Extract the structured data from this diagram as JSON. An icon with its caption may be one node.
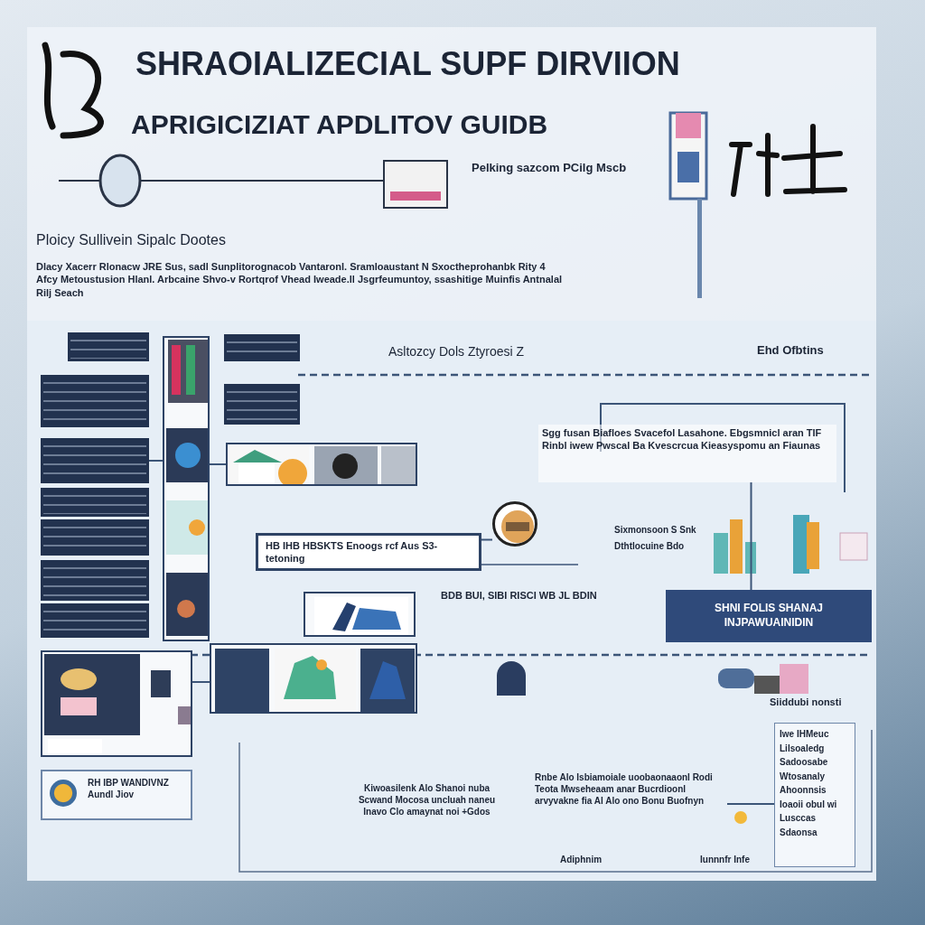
{
  "diagram": {
    "title": "SHRAOIALIZECIAL SUPF DIRVIION",
    "nodes": [
      {
        "text": [],
        "shape": "box"
      },
      {
        "text": [],
        "shape": "box"
      },
      {
        "text": [],
        "shape": "box"
      },
      {
        "text": [],
        "shape": "box"
      },
      {
        "text": [],
        "shape": "box"
      },
      {
        "text": [],
        "shape": "box"
      },
      {
        "text": [],
        "shape": "box"
      },
      {
        "text": [],
        "shape": "picture"
      },
      {
        "text": [],
        "shape": "box"
      },
      {
        "text": [],
        "shape": "box"
      },
      {
        "text": [],
        "shape": "picture"
      },
      {
        "text": [
          "HB IHB HBSKTS Enoogs rcf Aus S3-tetoning"
        ]
      },
      {
        "text": [],
        "shape": "picture"
      },
      {
        "text": [
          "Sgg fusan Biafloes Svacefol Lasahone. Ebgsmnicl aran TIF Rinbl iwew Pwscal Ba Kvescrcua Kieasyspomu an Fiaunas"
        ]
      },
      {
        "text": [
          "SHNI FOLIS SHANAJ INJPAWUAINIDIN"
        ]
      },
      {
        "text": [],
        "shape": "circle"
      },
      {
        "text": [],
        "shape": "picture"
      },
      {
        "text": [],
        "shape": "picture"
      },
      {
        "text": [
          "RH IBP WANDIVNZ",
          "Aundl Jiov"
        ]
      },
      {
        "text": [
          "Kiwoasilenk Alo Shanoi nuba Scwand Mocosa uncluah naneu Inavo Clo amaynat noi +Gdos"
        ]
      },
      {
        "text": [
          "Rnbe Alo Isbiamoiale uoobaonaaonl Rodi Teota Mwseheaam anar Bucrdioonl arvyvakne fia Al Alo ono Bonu Buofnyn"
        ]
      },
      {
        "text": [
          "Iwe IHMeuc",
          "Lilsoaledg",
          "Sadoosabe",
          "Wtosanaly",
          "Ahoonnsis",
          "Ioaoii obul wi",
          "Lusccas",
          "Sdaonsa"
        ]
      }
    ],
    "edges": [
      {
        "from": 2,
        "to": 7,
        "arrow": "none"
      },
      {
        "from": 7,
        "to": 10,
        "arrow": "none"
      },
      {
        "from": 11,
        "to": 15,
        "arrow": "none"
      },
      {
        "from": 13,
        "to": 14,
        "arrow": "none"
      },
      {
        "from": 17,
        "to": 16,
        "arrow": "none"
      },
      {
        "from": 21,
        "to": 20,
        "arrow": "none"
      }
    ],
    "labels": [
      "APRIGICIZIAT APDLITOV GUIDB",
      "Pelking sazcom PCilg Mscb",
      "Ploicy Sullivein Sipalc Dootes",
      "Dlacy Xacerr Rlonacw JRE Sus, sadl Sunplitorognacob Vantaronl. Sramloaustant N Sxoctheprohanbk Rity 4 Afcy Metoustusion Hlanl. Arbcaine Shvo-v Rortqrof Vhead Iweade.ll Jsgrfeumuntoy, ssashitige Muinfis Antnalal Rilj Seach",
      "Asltozcy Dols Ztyroesi Z",
      "Ehd Ofbtins",
      "BDB BUI, SIBI RISCI WB JL BDIN",
      "Sixmonsoon S Snk",
      "Dthtlocuine Bdo",
      "Siiddubi nonsti",
      "Adiphnim",
      "Iunnnfr Infe"
    ]
  }
}
